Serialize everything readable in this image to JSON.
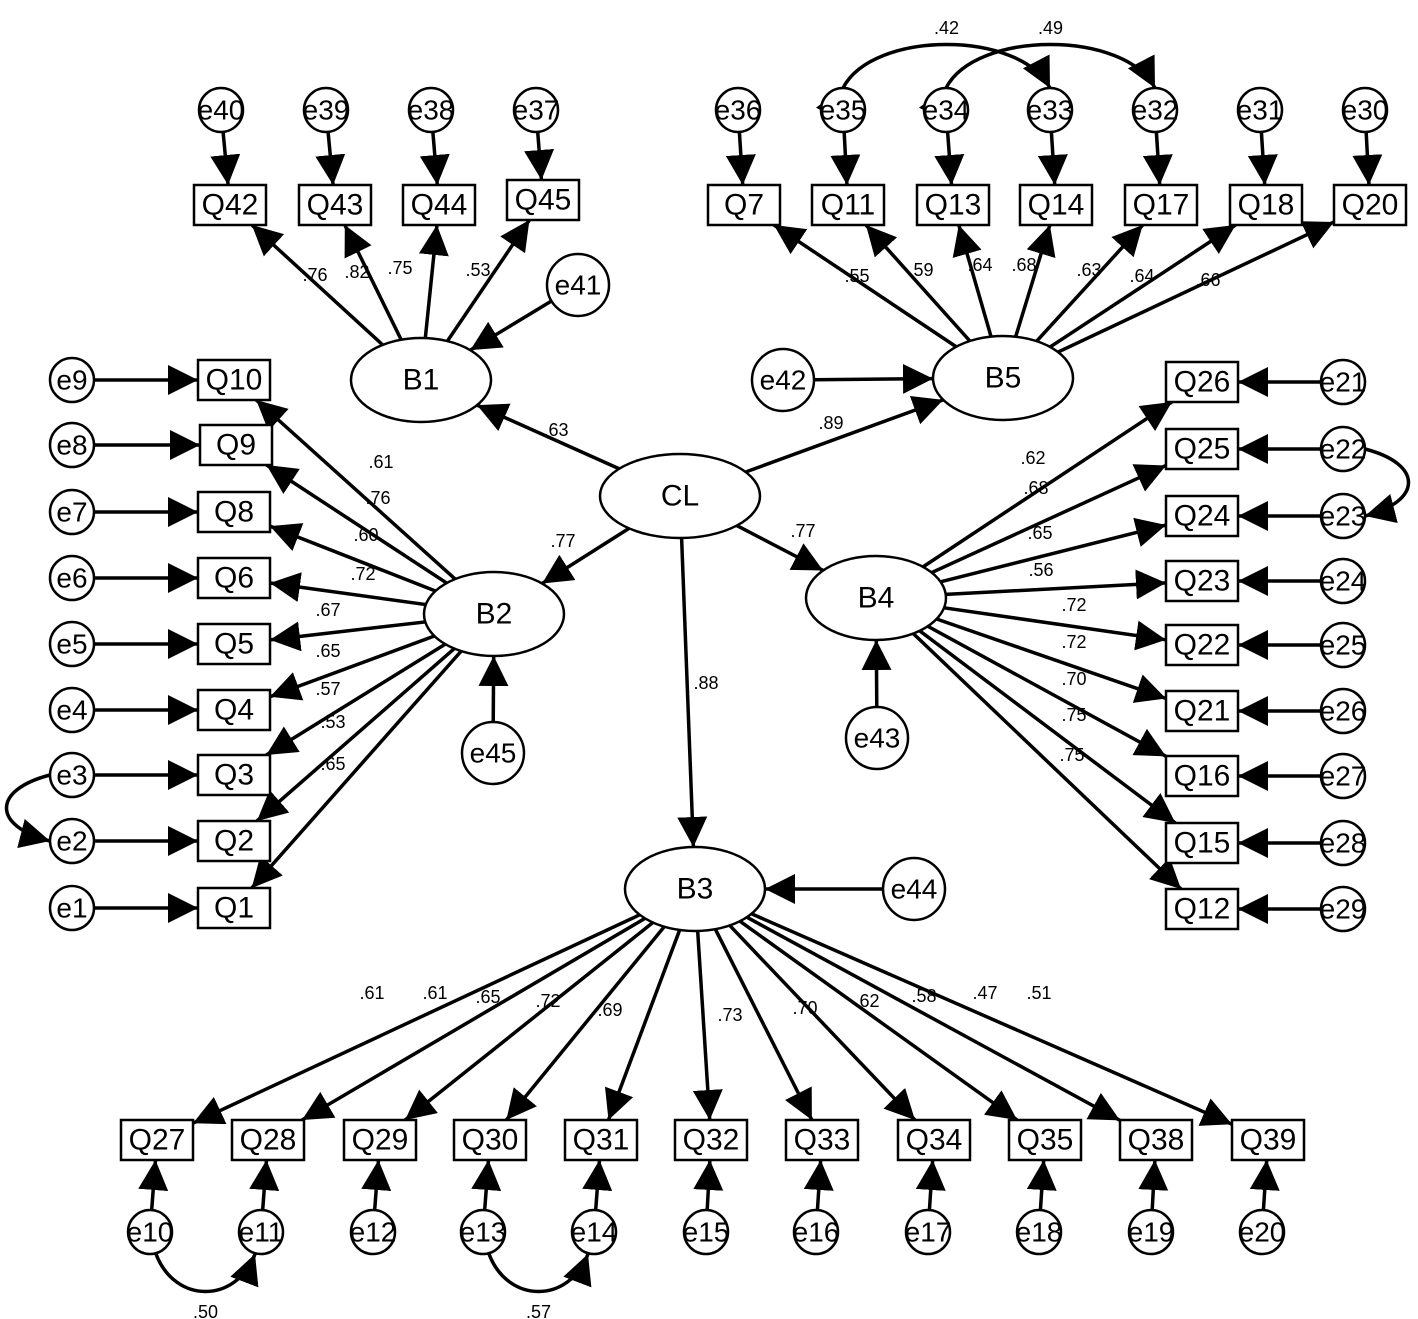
{
  "latents": [
    {
      "id": "CL",
      "label": "CL"
    },
    {
      "id": "B1",
      "label": "B1"
    },
    {
      "id": "B2",
      "label": "B2"
    },
    {
      "id": "B3",
      "label": "B3"
    },
    {
      "id": "B4",
      "label": "B4"
    },
    {
      "id": "B5",
      "label": "B5"
    }
  ],
  "structural_paths": [
    {
      "from": "CL",
      "to": "B1",
      "coef": ".63"
    },
    {
      "from": "CL",
      "to": "B2",
      "coef": ".77"
    },
    {
      "from": "CL",
      "to": "B3",
      "coef": ".88"
    },
    {
      "from": "CL",
      "to": "B4",
      "coef": ".77"
    },
    {
      "from": "CL",
      "to": "B5",
      "coef": ".89"
    }
  ],
  "disturbances": [
    {
      "error": "e41",
      "to": "B1"
    },
    {
      "error": "e45",
      "to": "B2"
    },
    {
      "error": "e44",
      "to": "B3"
    },
    {
      "error": "e43",
      "to": "B4"
    },
    {
      "error": "e42",
      "to": "B5"
    }
  ],
  "indicators": [
    {
      "label": "Q42",
      "factor": "B1",
      "error": "e40",
      "coef": ".76"
    },
    {
      "label": "Q43",
      "factor": "B1",
      "error": "e39",
      "coef": ".82"
    },
    {
      "label": "Q44",
      "factor": "B1",
      "error": "e38",
      "coef": ".75"
    },
    {
      "label": "Q45",
      "factor": "B1",
      "error": "e37",
      "coef": ".53"
    },
    {
      "label": "Q7",
      "factor": "B5",
      "error": "e36",
      "coef": ".55"
    },
    {
      "label": "Q11",
      "factor": "B5",
      "error": "e35",
      "coef": ".59"
    },
    {
      "label": "Q13",
      "factor": "B5",
      "error": "e34",
      "coef": ".64"
    },
    {
      "label": "Q14",
      "factor": "B5",
      "error": "e33",
      "coef": ".68"
    },
    {
      "label": "Q17",
      "factor": "B5",
      "error": "e32",
      "coef": ".63"
    },
    {
      "label": "Q18",
      "factor": "B5",
      "error": "e31",
      "coef": ".64"
    },
    {
      "label": "Q20",
      "factor": "B5",
      "error": "e30",
      "coef": ".66"
    },
    {
      "label": "Q10",
      "factor": "B2",
      "error": "e9",
      "coef": ".61"
    },
    {
      "label": "Q9",
      "factor": "B2",
      "error": "e8",
      "coef": ".76"
    },
    {
      "label": "Q8",
      "factor": "B2",
      "error": "e7",
      "coef": ".60"
    },
    {
      "label": "Q6",
      "factor": "B2",
      "error": "e6",
      "coef": ".72"
    },
    {
      "label": "Q5",
      "factor": "B2",
      "error": "e5",
      "coef": ".67"
    },
    {
      "label": "Q4",
      "factor": "B2",
      "error": "e4",
      "coef": ".65"
    },
    {
      "label": "Q3",
      "factor": "B2",
      "error": "e3",
      "coef": ".57"
    },
    {
      "label": "Q2",
      "factor": "B2",
      "error": "e2",
      "coef": ".53"
    },
    {
      "label": "Q1",
      "factor": "B2",
      "error": "e1",
      "coef": ".65"
    },
    {
      "label": "Q26",
      "factor": "B4",
      "error": "e21",
      "coef": ".62"
    },
    {
      "label": "Q25",
      "factor": "B4",
      "error": "e22",
      "coef": ".68"
    },
    {
      "label": "Q24",
      "factor": "B4",
      "error": "e23",
      "coef": ".65"
    },
    {
      "label": "Q23",
      "factor": "B4",
      "error": "e24",
      "coef": ".56"
    },
    {
      "label": "Q22",
      "factor": "B4",
      "error": "e25",
      "coef": ".72"
    },
    {
      "label": "Q21",
      "factor": "B4",
      "error": "e26",
      "coef": ".72"
    },
    {
      "label": "Q16",
      "factor": "B4",
      "error": "e27",
      "coef": ".70"
    },
    {
      "label": "Q15",
      "factor": "B4",
      "error": "e28",
      "coef": ".75"
    },
    {
      "label": "Q12",
      "factor": "B4",
      "error": "e29",
      "coef": ".75"
    },
    {
      "label": "Q27",
      "factor": "B3",
      "error": "e10",
      "coef": ".61"
    },
    {
      "label": "Q28",
      "factor": "B3",
      "error": "e11",
      "coef": ".61"
    },
    {
      "label": "Q29",
      "factor": "B3",
      "error": "e12",
      "coef": ".65"
    },
    {
      "label": "Q30",
      "factor": "B3",
      "error": "e13",
      "coef": ".72"
    },
    {
      "label": "Q31",
      "factor": "B3",
      "error": "e14",
      "coef": ".69"
    },
    {
      "label": "Q32",
      "factor": "B3",
      "error": "e15",
      "coef": ".73"
    },
    {
      "label": "Q33",
      "factor": "B3",
      "error": "e16",
      "coef": ".70"
    },
    {
      "label": "Q34",
      "factor": "B3",
      "error": "e17",
      "coef": ".62"
    },
    {
      "label": "Q35",
      "factor": "B3",
      "error": "e18",
      "coef": ".58"
    },
    {
      "label": "Q38",
      "factor": "B3",
      "error": "e19",
      "coef": ".47"
    },
    {
      "label": "Q39",
      "factor": "B3",
      "error": "e20",
      "coef": ".51"
    }
  ],
  "covariances": [
    {
      "a": "e35",
      "b": "e33",
      "coef": ".42"
    },
    {
      "a": "e34",
      "b": "e32",
      "coef": ".49"
    },
    {
      "a": "e10",
      "b": "e11",
      "coef": ".50"
    },
    {
      "a": "e13",
      "b": "e14",
      "coef": ".57"
    },
    {
      "a": "e3",
      "b": "e2",
      "coef": ""
    },
    {
      "a": "e22",
      "b": "e23",
      "coef": ""
    }
  ]
}
